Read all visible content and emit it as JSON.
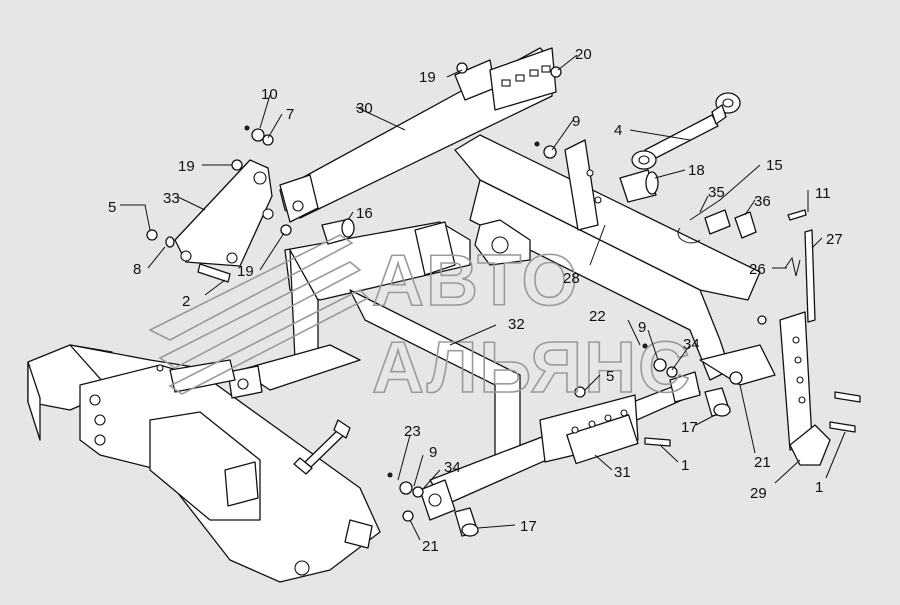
{
  "watermark": {
    "line1": "АВТО",
    "line2": "АЛЬЯНС"
  },
  "callouts": {
    "c1a": "1",
    "c1b": "1",
    "c2": "2",
    "c4": "4",
    "c5a": "5",
    "c5b": "5",
    "c7": "7",
    "c8": "8",
    "c9a": "9",
    "c9b": "9",
    "c9c": "9",
    "c10": "10",
    "c11": "11",
    "c15": "15",
    "c16": "16",
    "c17a": "17",
    "c17b": "17",
    "c18": "18",
    "c19a": "19",
    "c19b": "19",
    "c19c": "19",
    "c20": "20",
    "c21a": "21",
    "c21b": "21",
    "c22": "22",
    "c23": "23",
    "c26": "26",
    "c27": "27",
    "c28": "28",
    "c29": "29",
    "c30": "30",
    "c31": "31",
    "c32": "32",
    "c33": "33",
    "c34a": "34",
    "c34b": "34",
    "c35": "35",
    "c36": "36"
  }
}
